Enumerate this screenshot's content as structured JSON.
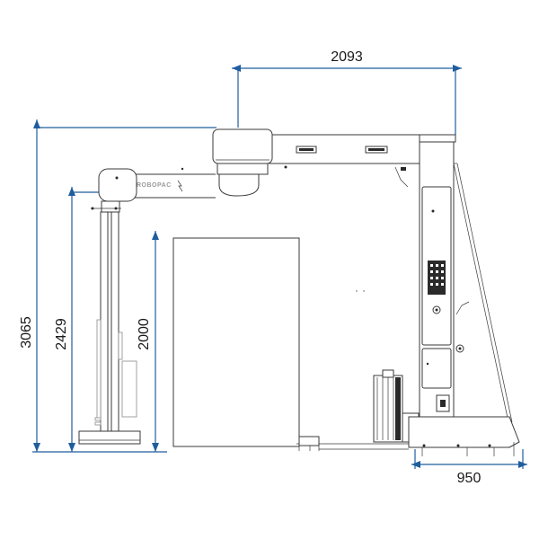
{
  "dimensions": {
    "width_top": "2093",
    "height_overall": "3065",
    "height_arm": "2429",
    "height_load": "2000",
    "base_depth": "950"
  },
  "brand": "ROBOPAC",
  "colors": {
    "dimension_line": "#1f5d9e",
    "machine_outline": "#3a3a3a",
    "background": "#ffffff"
  }
}
